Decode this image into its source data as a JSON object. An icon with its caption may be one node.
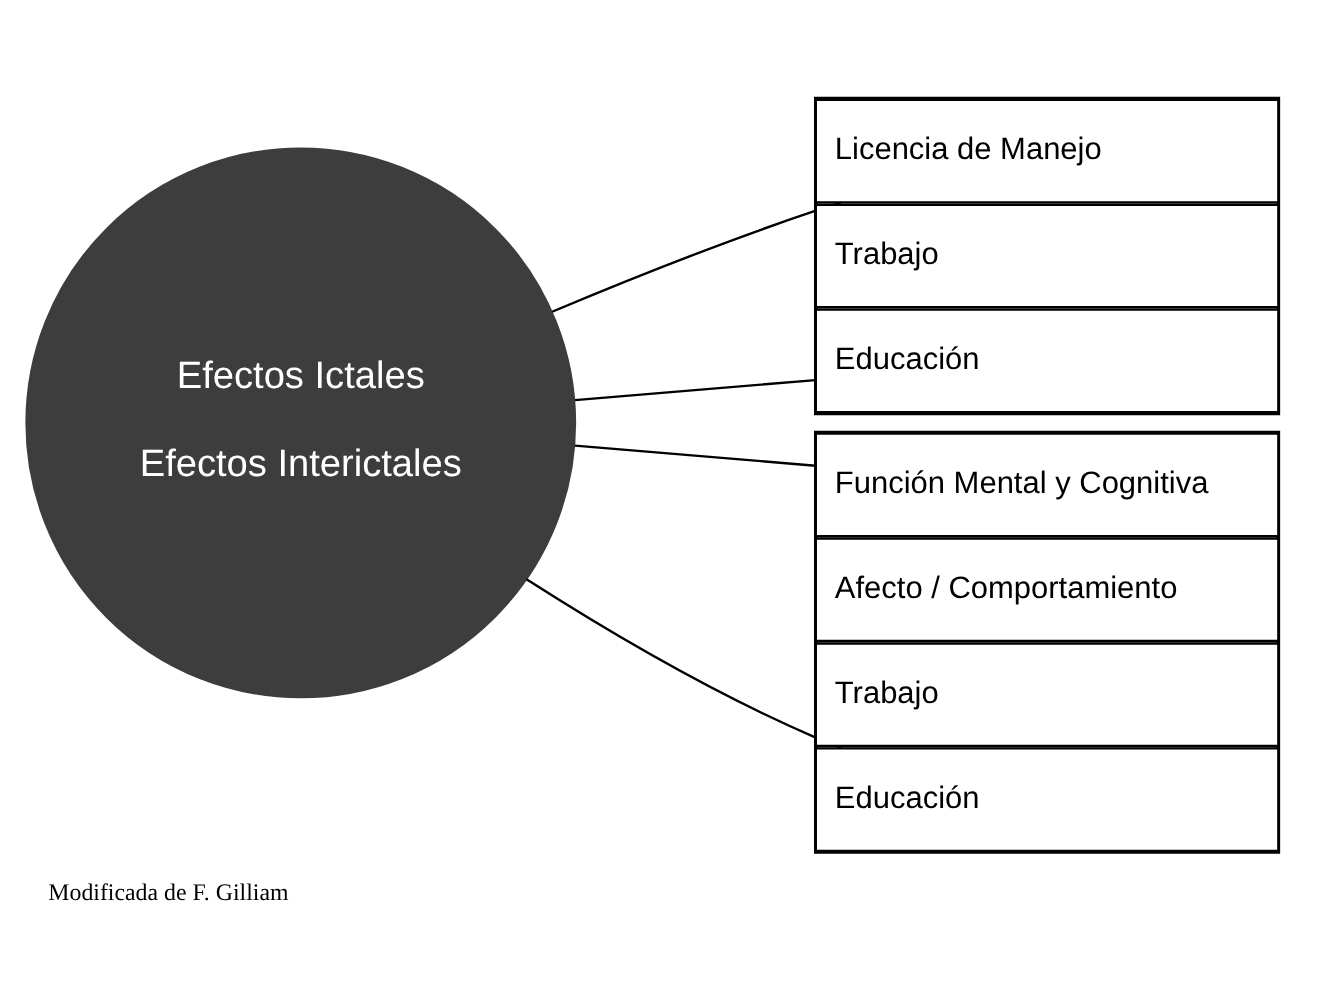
{
  "diagram": {
    "caption": "Modificada de F. Gilliam",
    "nodes": [
      {
        "text": [
          "Efectos Ictales",
          "Efectos Interictales"
        ]
      },
      {
        "text": [],
        "shape": "box"
      },
      {
        "text": [
          "Licencia de Manejo"
        ],
        "in": 1
      },
      {
        "text": [
          "Trabajo"
        ],
        "in": 1
      },
      {
        "text": [
          "Educación"
        ],
        "in": 1
      },
      {
        "text": [],
        "shape": "box"
      },
      {
        "text": [
          "Función Mental y Cognitiva"
        ],
        "in": 5
      },
      {
        "text": [
          "Afecto / Comportamiento"
        ],
        "in": 5
      },
      {
        "text": [
          "Trabajo"
        ],
        "in": 5
      },
      {
        "text": [
          "Educación"
        ],
        "in": 5
      }
    ],
    "edges": [
      {
        "from": 0,
        "to": 1,
        "arrow": "none"
      },
      {
        "from": 0,
        "to": 1,
        "arrow": "none"
      },
      {
        "from": 0,
        "to": 5,
        "arrow": "none"
      },
      {
        "from": 0,
        "to": 5,
        "arrow": "none"
      }
    ]
  }
}
